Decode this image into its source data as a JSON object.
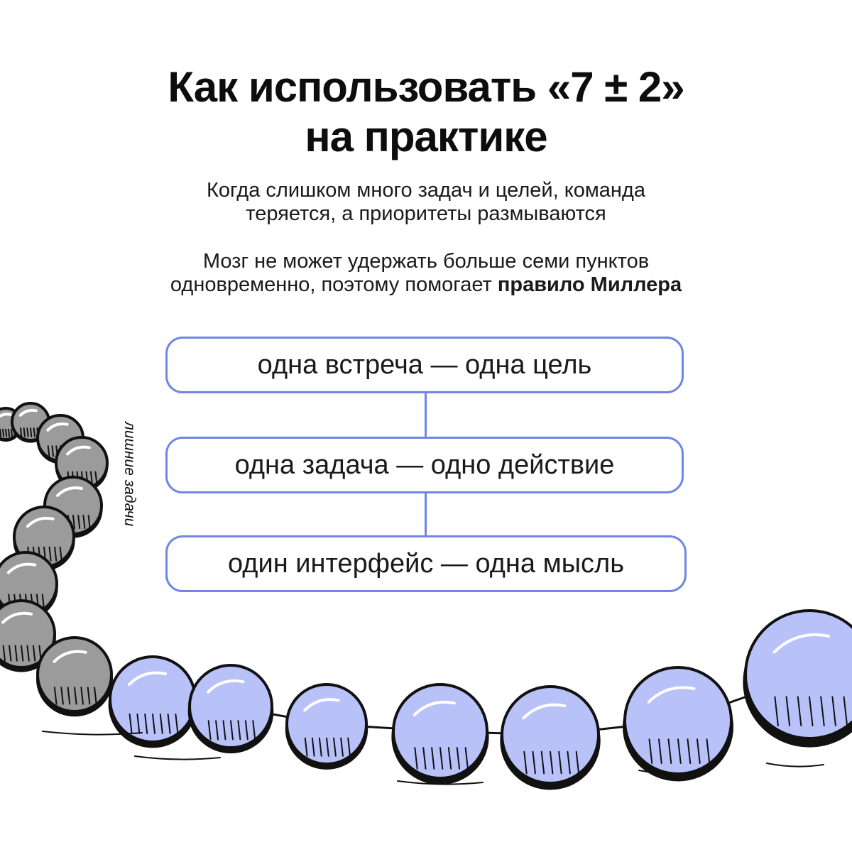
{
  "title": {
    "line1": "Как использовать «7 ± 2»",
    "line2": "на практике"
  },
  "intro": {
    "line1": "Когда слишком много задач и целей, команда",
    "line2": "теряется, а приоритеты размываются"
  },
  "miller": {
    "line1": "Мозг не может удержать больше семи пунктов",
    "line2_prefix": "одновременно, поэтому помогает ",
    "line2_bold": "правило Миллера"
  },
  "rules": [
    {
      "label": "одна встреча — одна цель"
    },
    {
      "label": "одна задача — одно действие"
    },
    {
      "label": "один интерфейс — одна мысль"
    }
  ],
  "illustration": {
    "side_label": "лишние задачи",
    "colors": {
      "accent": "#6f86e3",
      "bead_blue": "#b8c1f8",
      "bead_gray": "#9b9b9b",
      "outline": "#111111"
    }
  }
}
